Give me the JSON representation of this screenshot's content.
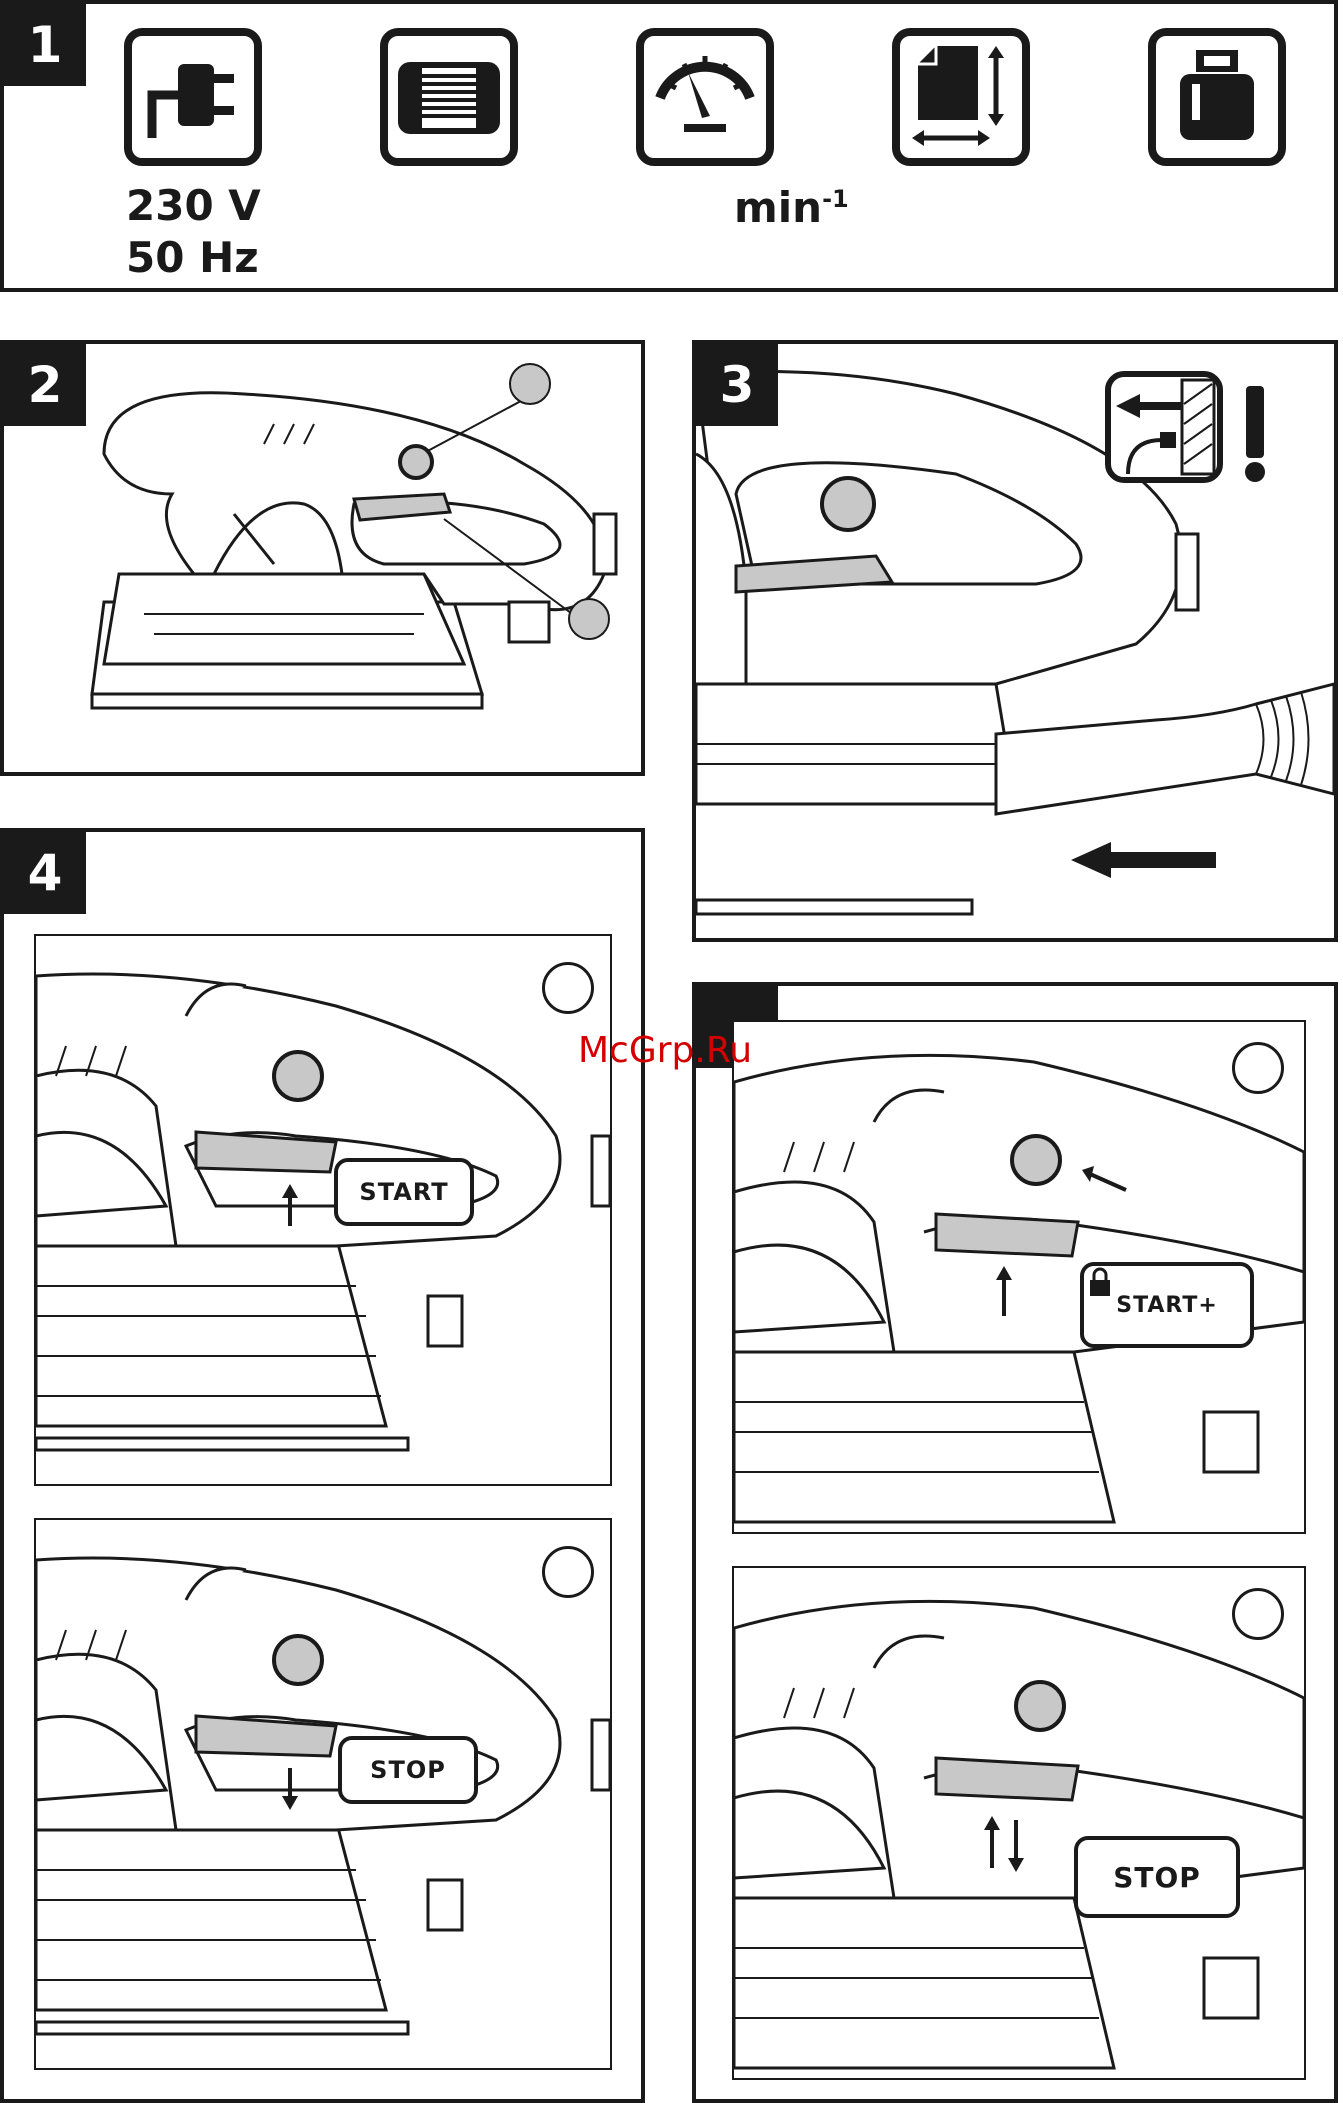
{
  "panels": {
    "p1": {
      "number": "1"
    },
    "p2": {
      "number": "2"
    },
    "p3": {
      "number": "3"
    },
    "p4": {
      "number": "4"
    }
  },
  "specs": {
    "voltage": "230 V",
    "frequency": "50 Hz",
    "speed_unit_base": "min",
    "speed_unit_exp": "-1"
  },
  "icons": [
    "power-plug-icon",
    "motor-icon",
    "speedometer-icon",
    "sheet-size-icon",
    "weight-icon",
    "unplug-warning-icon"
  ],
  "labels": {
    "start": "START",
    "stop": "STOP",
    "start_lock": "START+",
    "stop_locked": "STOP"
  },
  "watermark": "McGrp.Ru",
  "colors": {
    "ink": "#1a1a1a",
    "grey_fill": "#c8c8c8",
    "watermark": "#d40000"
  }
}
